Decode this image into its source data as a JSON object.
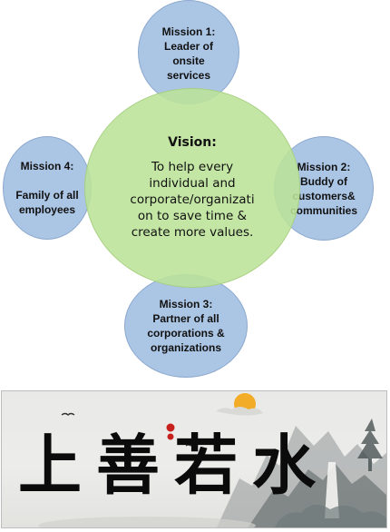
{
  "diagram": {
    "vision": {
      "title": "Vision:",
      "text": "To help every\nindividual and\ncorporate/organizati\non to save time &\ncreate more values."
    },
    "missions": [
      {
        "label": "Mission 1:\nLeader of\nonsite\nservices"
      },
      {
        "label": "Mission 2:\nBuddy of\ncustomers&\ncommunities"
      },
      {
        "label": "Mission 3:\nPartner of all\ncorporations &\norganizations"
      },
      {
        "label": "Mission 4:\n\nFamily of all\nemployees"
      }
    ],
    "colors": {
      "mission": "#96b6de",
      "vision": "#bce298"
    }
  },
  "banner": {
    "calligraphy": [
      "上",
      "善",
      "若",
      "水"
    ],
    "colors": {
      "sun": "#f2a91c",
      "seal": "#c8201d"
    }
  }
}
